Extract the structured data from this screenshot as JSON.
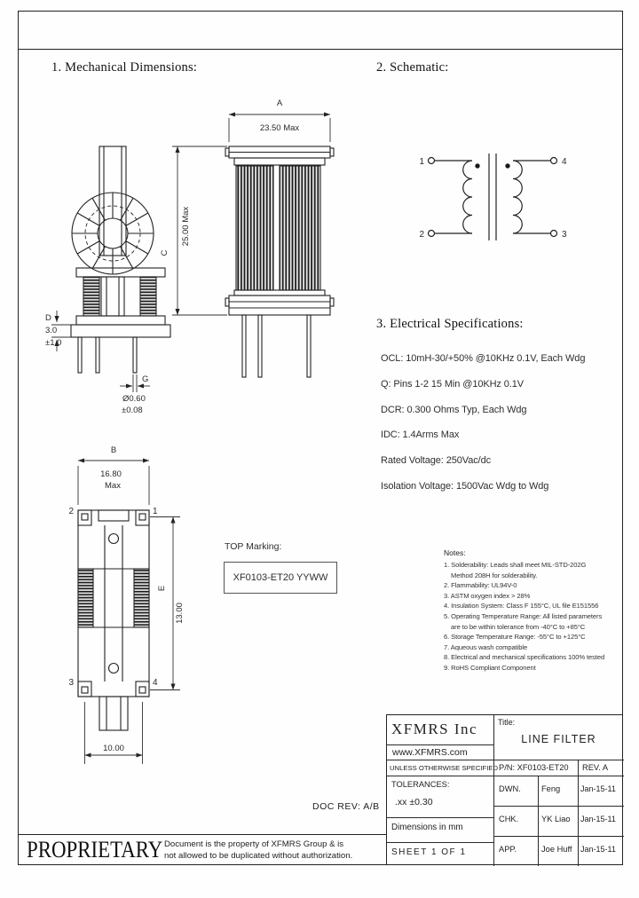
{
  "sections": {
    "mechanical": "1. Mechanical Dimensions:",
    "schematic": "2. Schematic:",
    "electrical": "3. Electrical Specifications:"
  },
  "dims": {
    "a": {
      "letter": "A",
      "value": "23.50 Max"
    },
    "b": {
      "letter": "B",
      "value": "16.80",
      "max": "Max"
    },
    "c": {
      "letter": "C",
      "value": "25.00 Max"
    },
    "d": {
      "letter": "D",
      "line1": "3.0",
      "line2": "±1.0"
    },
    "e": {
      "letter": "E",
      "value": "13.00"
    },
    "f": {
      "value": "10.00"
    },
    "g": {
      "letter": "G",
      "line1": "Ø0.60",
      "line2": "±0.08"
    }
  },
  "schematic_pins": {
    "p1": "1",
    "p2": "2",
    "p3": "3",
    "p4": "4"
  },
  "footprint_pins": {
    "p1": "1",
    "p2": "2",
    "p3": "3",
    "p4": "4"
  },
  "electrical_specs": [
    "OCL: 10mH-30/+50% @10KHz 0.1V, Each Wdg",
    "Q: Pins 1-2 15 Min @10KHz 0.1V",
    "DCR: 0.300 Ohms Typ, Each Wdg",
    "IDC: 1.4Arms Max",
    "Rated Voltage: 250Vac/dc",
    "Isolation Voltage: 1500Vac Wdg to Wdg"
  ],
  "marking": {
    "label": "TOP Marking:",
    "value": "XF0103-ET20 YYWW"
  },
  "notes": {
    "title": "Notes:",
    "lines": [
      "1. Solderability: Leads shall meet MIL-STD-202G",
      "    Method 208H for solderability.",
      "2. Flammability: UL94V-0",
      "3. ASTM oxygen index > 28%",
      "4. Insulation System: Class F 155°C, UL file E151556",
      "5. Operating Temperature Range: All listed parameters",
      "    are to be within tolerance from -40°C to +85°C",
      "6. Storage Temperature Range: -55°C to +125°C",
      "7. Aqueous wash compatible",
      "8. Electrical and mechanical specifications 100% tested",
      "9. RoHS Compliant Component"
    ]
  },
  "doc_rev": "DOC REV: A/B",
  "title_block": {
    "company": "XFMRS Inc",
    "website": "www.XFMRS.com",
    "title_label": "Title:",
    "title": "LINE FILTER",
    "unless": "UNLESS OTHERWISE SPECIFIED",
    "pn": "P/N: XF0103-ET20",
    "rev": "REV. A",
    "tolerances_label": "TOLERANCES:",
    "tolerance": ".xx ±0.30",
    "dimensions_note": "Dimensions in mm",
    "sheet": "SHEET 1 OF 1",
    "rows": [
      {
        "role": "DWN.",
        "name": "Feng",
        "date": "Jan-15-11"
      },
      {
        "role": "CHK.",
        "name": "YK Liao",
        "date": "Jan-15-11"
      },
      {
        "role": "APP.",
        "name": "Joe Huff",
        "date": "Jan-15-11"
      }
    ]
  },
  "proprietary": {
    "word": "PROPRIETARY",
    "line1": "Document is the property of XFMRS Group & is",
    "line2": "not allowed to be duplicated without authorization."
  }
}
